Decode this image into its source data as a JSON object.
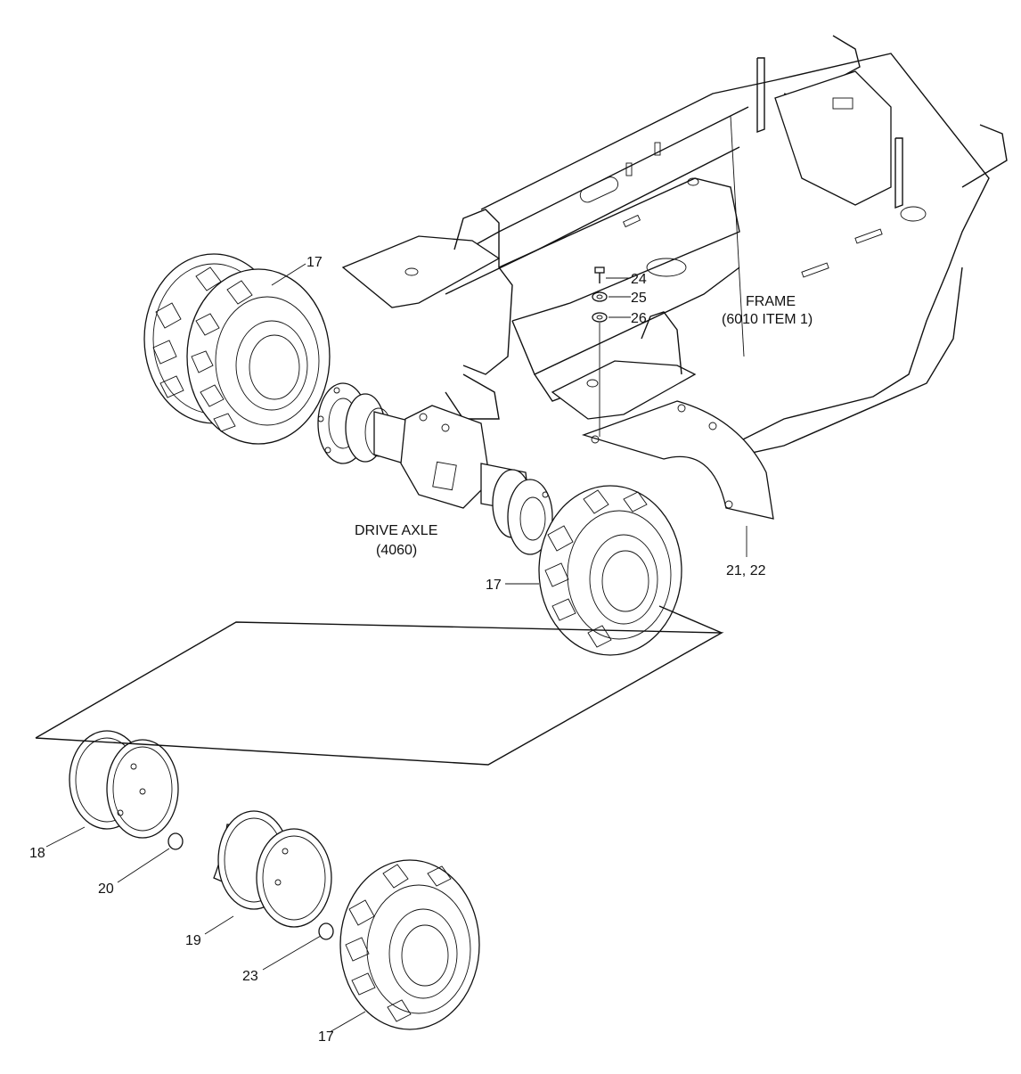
{
  "labels": {
    "frame_title": "FRAME",
    "frame_ref": "(6010 ITEM 1)",
    "axle_title": "DRIVE AXLE",
    "axle_ref": "(4060)",
    "callouts": {
      "tire_top_left": "17",
      "tire_right": "17",
      "tire_bottom": "17",
      "rim_outer": "18",
      "rim_inner": "19",
      "nut_a": "20",
      "fender": "21, 22",
      "nut_b": "23",
      "bolt": "24",
      "washer_a": "25",
      "washer_b": "26"
    }
  }
}
